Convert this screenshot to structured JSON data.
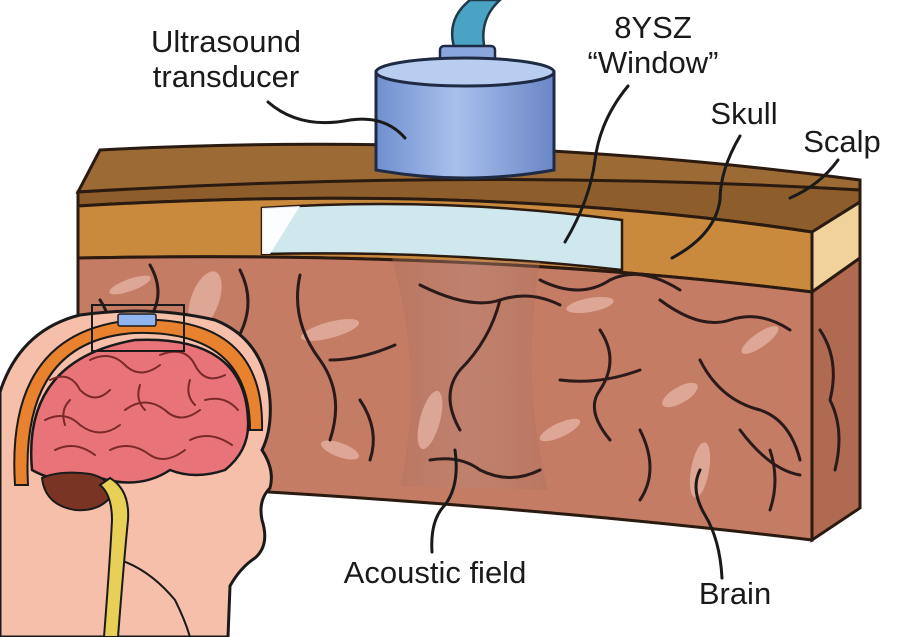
{
  "labels": {
    "transducer_line1": "Ultrasound",
    "transducer_line2": "transducer",
    "window_line1": "8YSZ",
    "window_line2": "“Window”",
    "skull": "Skull",
    "scalp": "Scalp",
    "acoustic_field": "Acoustic field",
    "brain": "Brain"
  },
  "colors": {
    "scalp": "#a8733a",
    "skull": "#c98a3e",
    "window": "#cfe8ee",
    "tissue": "#c47c64",
    "vessel": "#2a1a1a",
    "transducer": "#8aa7dc",
    "cable": "#4aa3c3",
    "head_skin": "#f6bfa9",
    "cortex": "#e8747a",
    "cerebellum": "#7a3424",
    "spinal_cord": "#e8cf57",
    "head_skull": "#e8822e"
  }
}
